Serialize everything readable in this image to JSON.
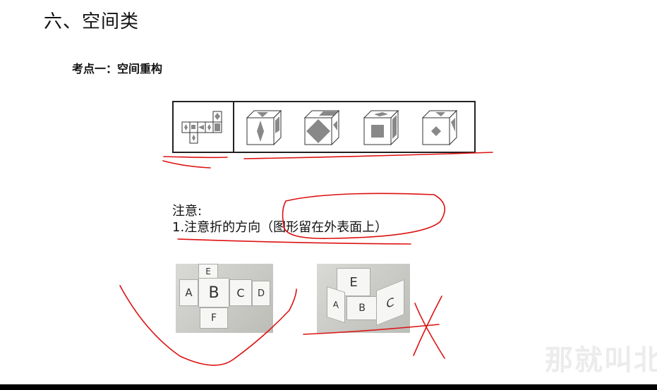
{
  "heading": {
    "section_title": "六、空间类",
    "subtitle": "考点一：空间重构"
  },
  "note": {
    "heading": "注意:",
    "line1": "1.注意折的方向（图形留在外表面上）"
  },
  "photo_flat": {
    "top": "E",
    "left": "A",
    "center": "B",
    "right": "C",
    "far_right": "D",
    "bottom": "F"
  },
  "photo_folded": {
    "back": "E",
    "left": "A",
    "front": "B",
    "right": "C"
  },
  "watermark": "那就叫北",
  "colors": {
    "ink": "#dd1111",
    "shape_gray": "#888888",
    "watermark": "#ececec"
  }
}
